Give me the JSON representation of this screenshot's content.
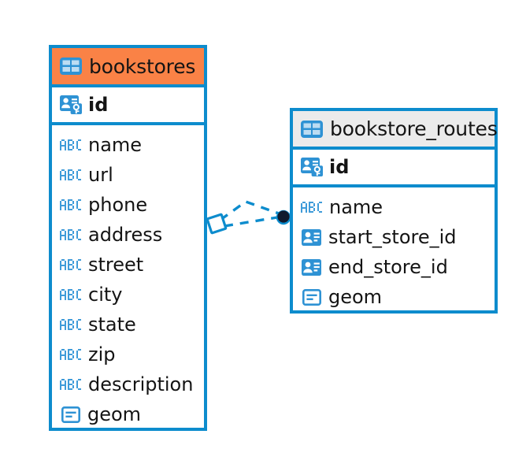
{
  "diagram": {
    "title": "entity-relationship-diagram",
    "colors": {
      "border_blue": "#0d8ccd",
      "header_orange": "#fa8246",
      "header_gray": "#ebebeb",
      "icon_blue": "#3f9bd9",
      "icon_blue_solid": "#2e92d4",
      "text_black": "#141414",
      "connector_blue": "#0d8ccd",
      "connector_dot": "#101a2e"
    },
    "entities": [
      {
        "id": "bookstores",
        "name": "bookstores",
        "header_style": "orange",
        "header_icon": "table-icon",
        "primary_key": {
          "label": "id",
          "icon": "primary-key-icon"
        },
        "fields": [
          {
            "label": "name",
            "icon": "text-abc-icon"
          },
          {
            "label": "url",
            "icon": "text-abc-icon"
          },
          {
            "label": "phone",
            "icon": "text-abc-icon"
          },
          {
            "label": "address",
            "icon": "text-abc-icon"
          },
          {
            "label": "street",
            "icon": "text-abc-icon"
          },
          {
            "label": "city",
            "icon": "text-abc-icon"
          },
          {
            "label": "state",
            "icon": "text-abc-icon"
          },
          {
            "label": "zip",
            "icon": "text-abc-icon"
          },
          {
            "label": "description",
            "icon": "text-abc-icon"
          },
          {
            "label": "geom",
            "icon": "geometry-icon"
          }
        ]
      },
      {
        "id": "bookstore_routes",
        "name": "bookstore_routes",
        "header_style": "gray",
        "header_icon": "table-icon",
        "primary_key": {
          "label": "id",
          "icon": "primary-key-icon"
        },
        "fields": [
          {
            "label": "name",
            "icon": "text-abc-icon"
          },
          {
            "label": "start_store_id",
            "icon": "foreign-key-icon"
          },
          {
            "label": "end_store_id",
            "icon": "foreign-key-icon"
          },
          {
            "label": "geom",
            "icon": "geometry-icon"
          }
        ]
      }
    ],
    "relationship": {
      "name": "bookstores-to-bookstore-routes-relation",
      "source_marker": "diamond-marker",
      "target_marker": "filled-circle-marker",
      "line_style": "dashed"
    }
  }
}
